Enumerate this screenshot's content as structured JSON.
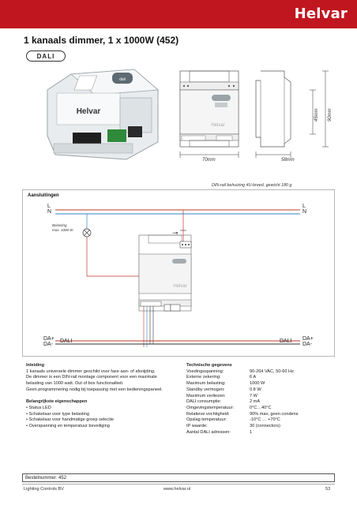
{
  "header": {
    "brand": "Helvar",
    "title": "1 kanaals dimmer, 1 x 1000W (452)",
    "dali_logo": "DALI",
    "accent": "#c0161f"
  },
  "drawing": {
    "dim_width": "70mm",
    "dim_depth": "58mm",
    "dim_h1": "45mm",
    "dim_h2": "90mm",
    "caption": "DIN-rail behuizing 4U-breed, gewicht 180 g",
    "device_brand": "Helvar"
  },
  "wiring": {
    "title": "Aansluitingen",
    "L_left": "L",
    "N_left": "N",
    "L_right": "L",
    "N_right": "N",
    "load_line1": "Belasting",
    "load_line2": "max. 1000 W",
    "da_plus_left": "DA+",
    "da_minus_left": "DA-",
    "dali_left": "DALI",
    "dali_right": "DALI",
    "da_plus_right": "DA+",
    "da_minus_right": "DA-"
  },
  "intro": {
    "heading": "Inleiding",
    "lines": [
      "1 kanaals universele dimmer geschikt voor fase aan- of afsnijding.",
      "De dimmer is een DIN-rail montage component voor een maximale",
      "belasting van 1000 watt. Out of box functionaliteit.",
      "Geen programmering nodig bij toepassing met een bedieningspaneel."
    ]
  },
  "features": {
    "heading": "Belangrijkste eigenschappen",
    "items": [
      "• Status LED",
      "• Schakelaar voor type belasting",
      "• Schakelaar voor handmatige groep selectie",
      "• Overspanning en temperatuur beveiliging"
    ]
  },
  "specs": {
    "heading": "Technische gegevens",
    "rows": [
      [
        "Voedingsspanning:",
        "90-264 VAC, 50-60 Hz"
      ],
      [
        "Externe zekering:",
        "6 A"
      ],
      [
        "Maximum belasting:",
        "1000 W"
      ],
      [
        "Standby vermogen:",
        "0.8 W"
      ],
      [
        "Maximum verliezen:",
        "7 W"
      ],
      [
        "DALI consumptie:",
        "2 mA"
      ],
      [
        "Omgevingstemperatuur:",
        "0°C…40°C"
      ],
      [
        "Relatieve vochtigheid:",
        "90% max, geen condens"
      ],
      [
        "Opslag temperatuur:",
        "-10°C … +70°C"
      ],
      [
        "IP waarde:",
        "30 (connectors)"
      ],
      [
        "Aantal DALI adressen:",
        "1"
      ]
    ]
  },
  "order": "Bestelnummer: 452",
  "footer": {
    "left": "Lighting Controls BV",
    "center": "www.helvar.nl",
    "page": "53"
  }
}
